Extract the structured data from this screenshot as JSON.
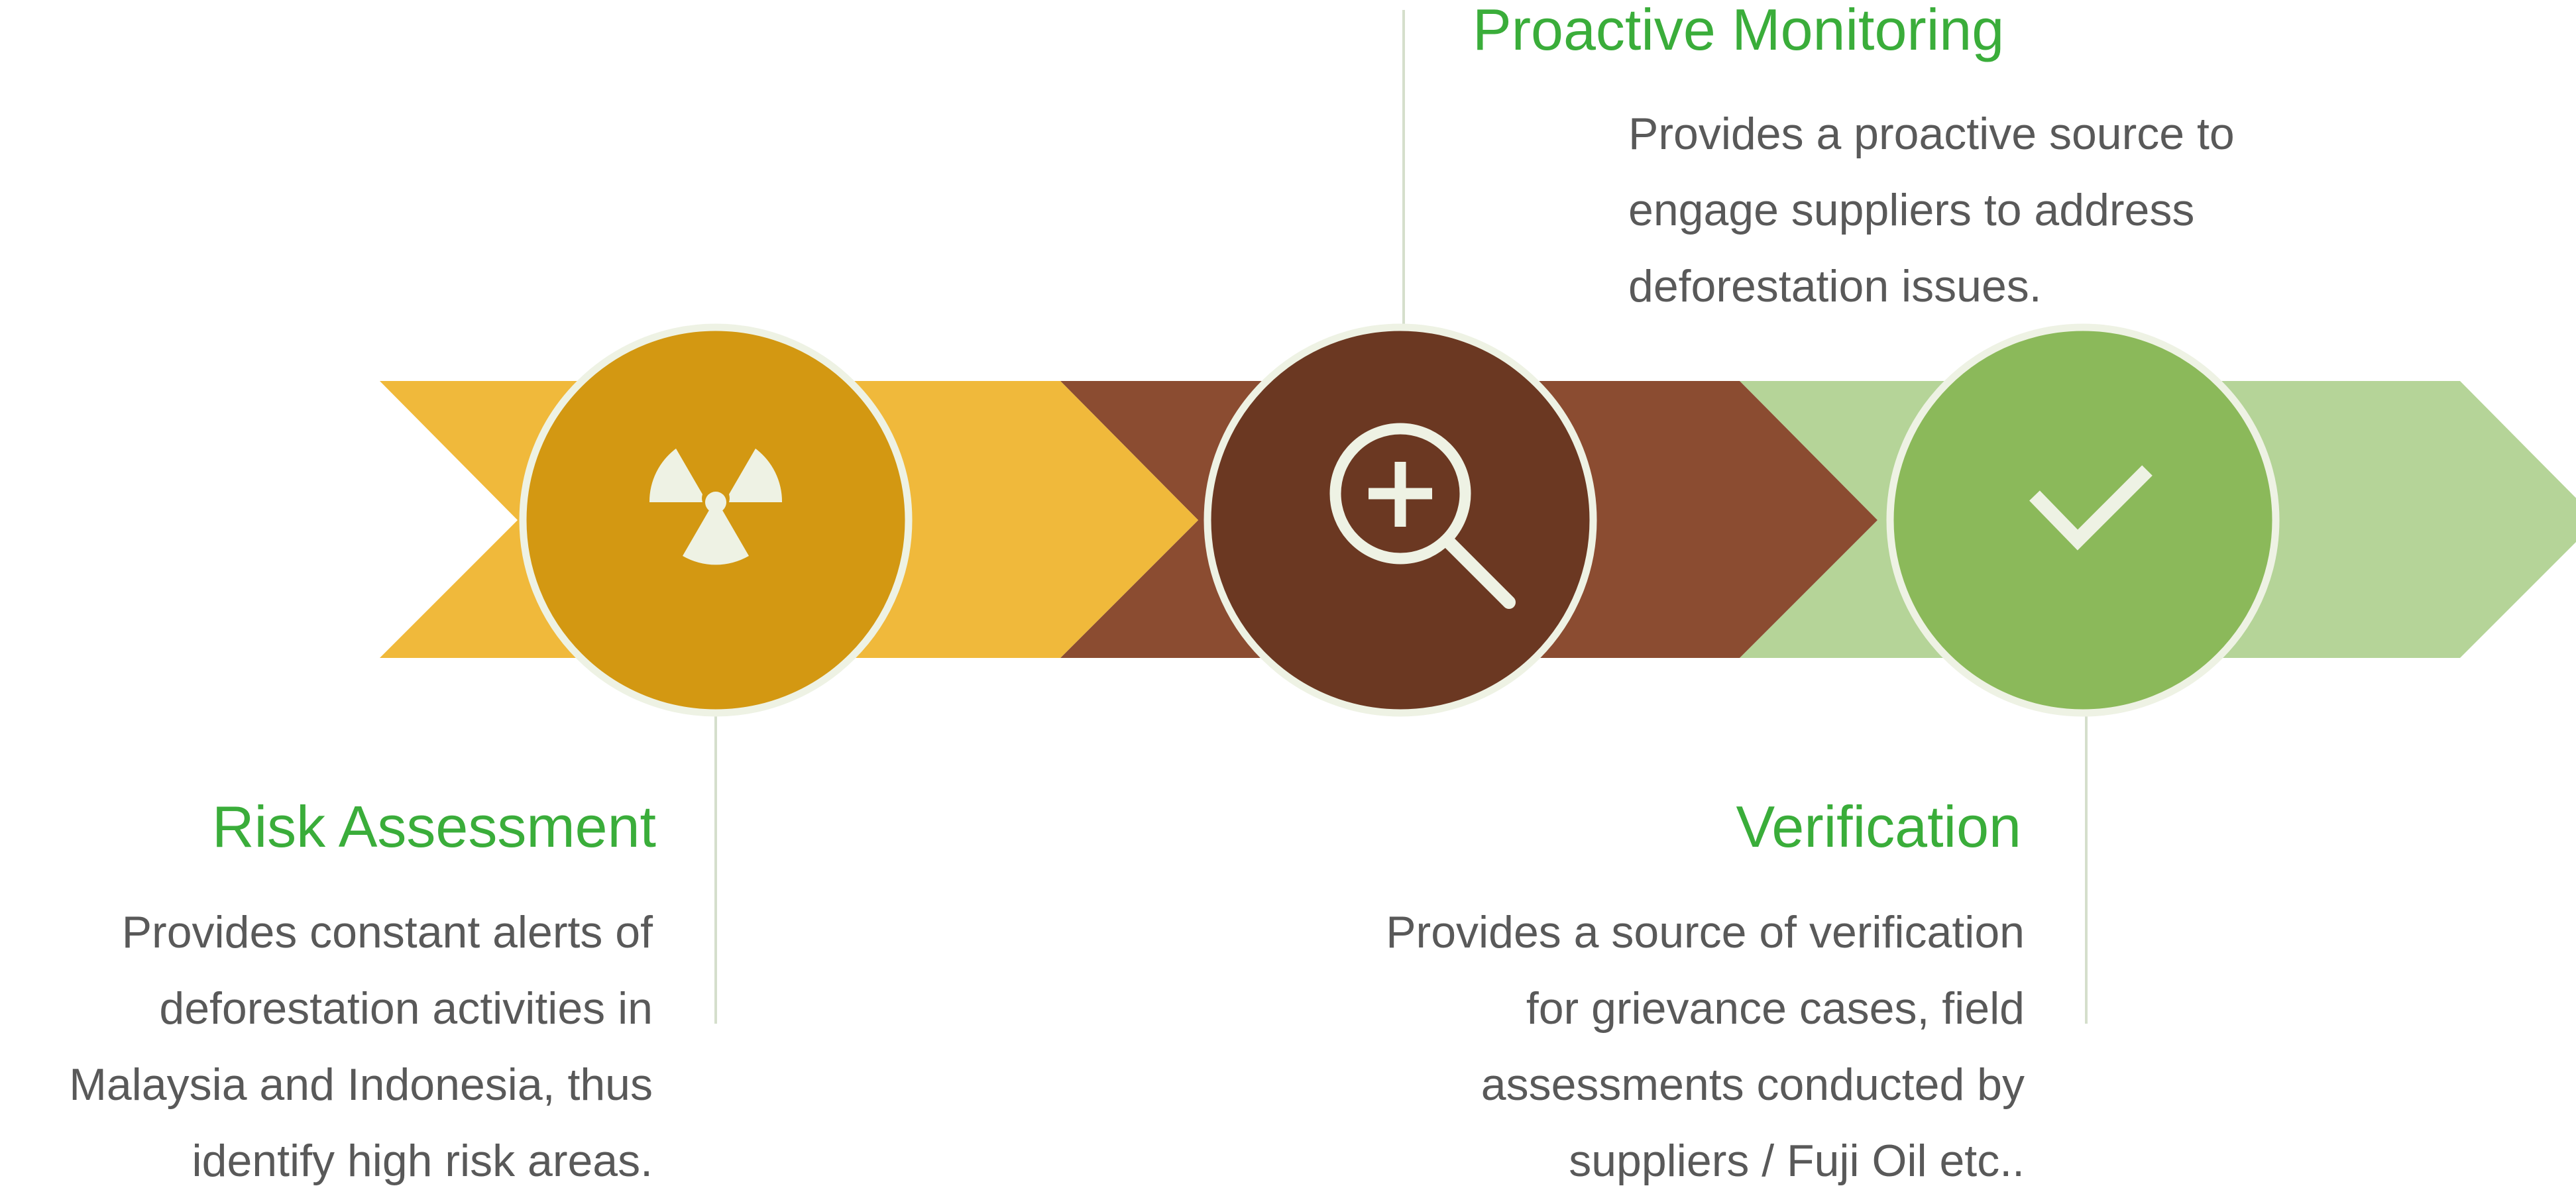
{
  "colors": {
    "title_green": "#3aad3a",
    "text_gray": "#595959",
    "connector_line": "#d5dfcc",
    "circle_border": "#eef2e4",
    "icon_fill": "#eef2e4",
    "risk_arrow": "#f0b93b",
    "risk_circle": "#d39812",
    "monitor_arrow": "#8b4c31",
    "monitor_circle": "#6b3822",
    "verify_arrow": "#b5d498",
    "verify_circle": "#8bb95a"
  },
  "stages": [
    {
      "id": "risk",
      "title": "Risk Assessment",
      "description": "Provides constant alerts of\ndeforestation activities in\nMalaysia and Indonesia, thus\nidentify high risk areas.",
      "icon": "radiation-icon"
    },
    {
      "id": "monitor",
      "title": "Proactive Monitoring",
      "description": "Provides a proactive source to\nengage suppliers to address\ndeforestation issues.",
      "icon": "zoom-in-icon"
    },
    {
      "id": "verify",
      "title": "Verification",
      "description": "Provides a source of verification\nfor grievance cases, field\nassessments conducted by\nsuppliers / Fuji Oil etc..",
      "icon": "checkmark-icon"
    }
  ]
}
